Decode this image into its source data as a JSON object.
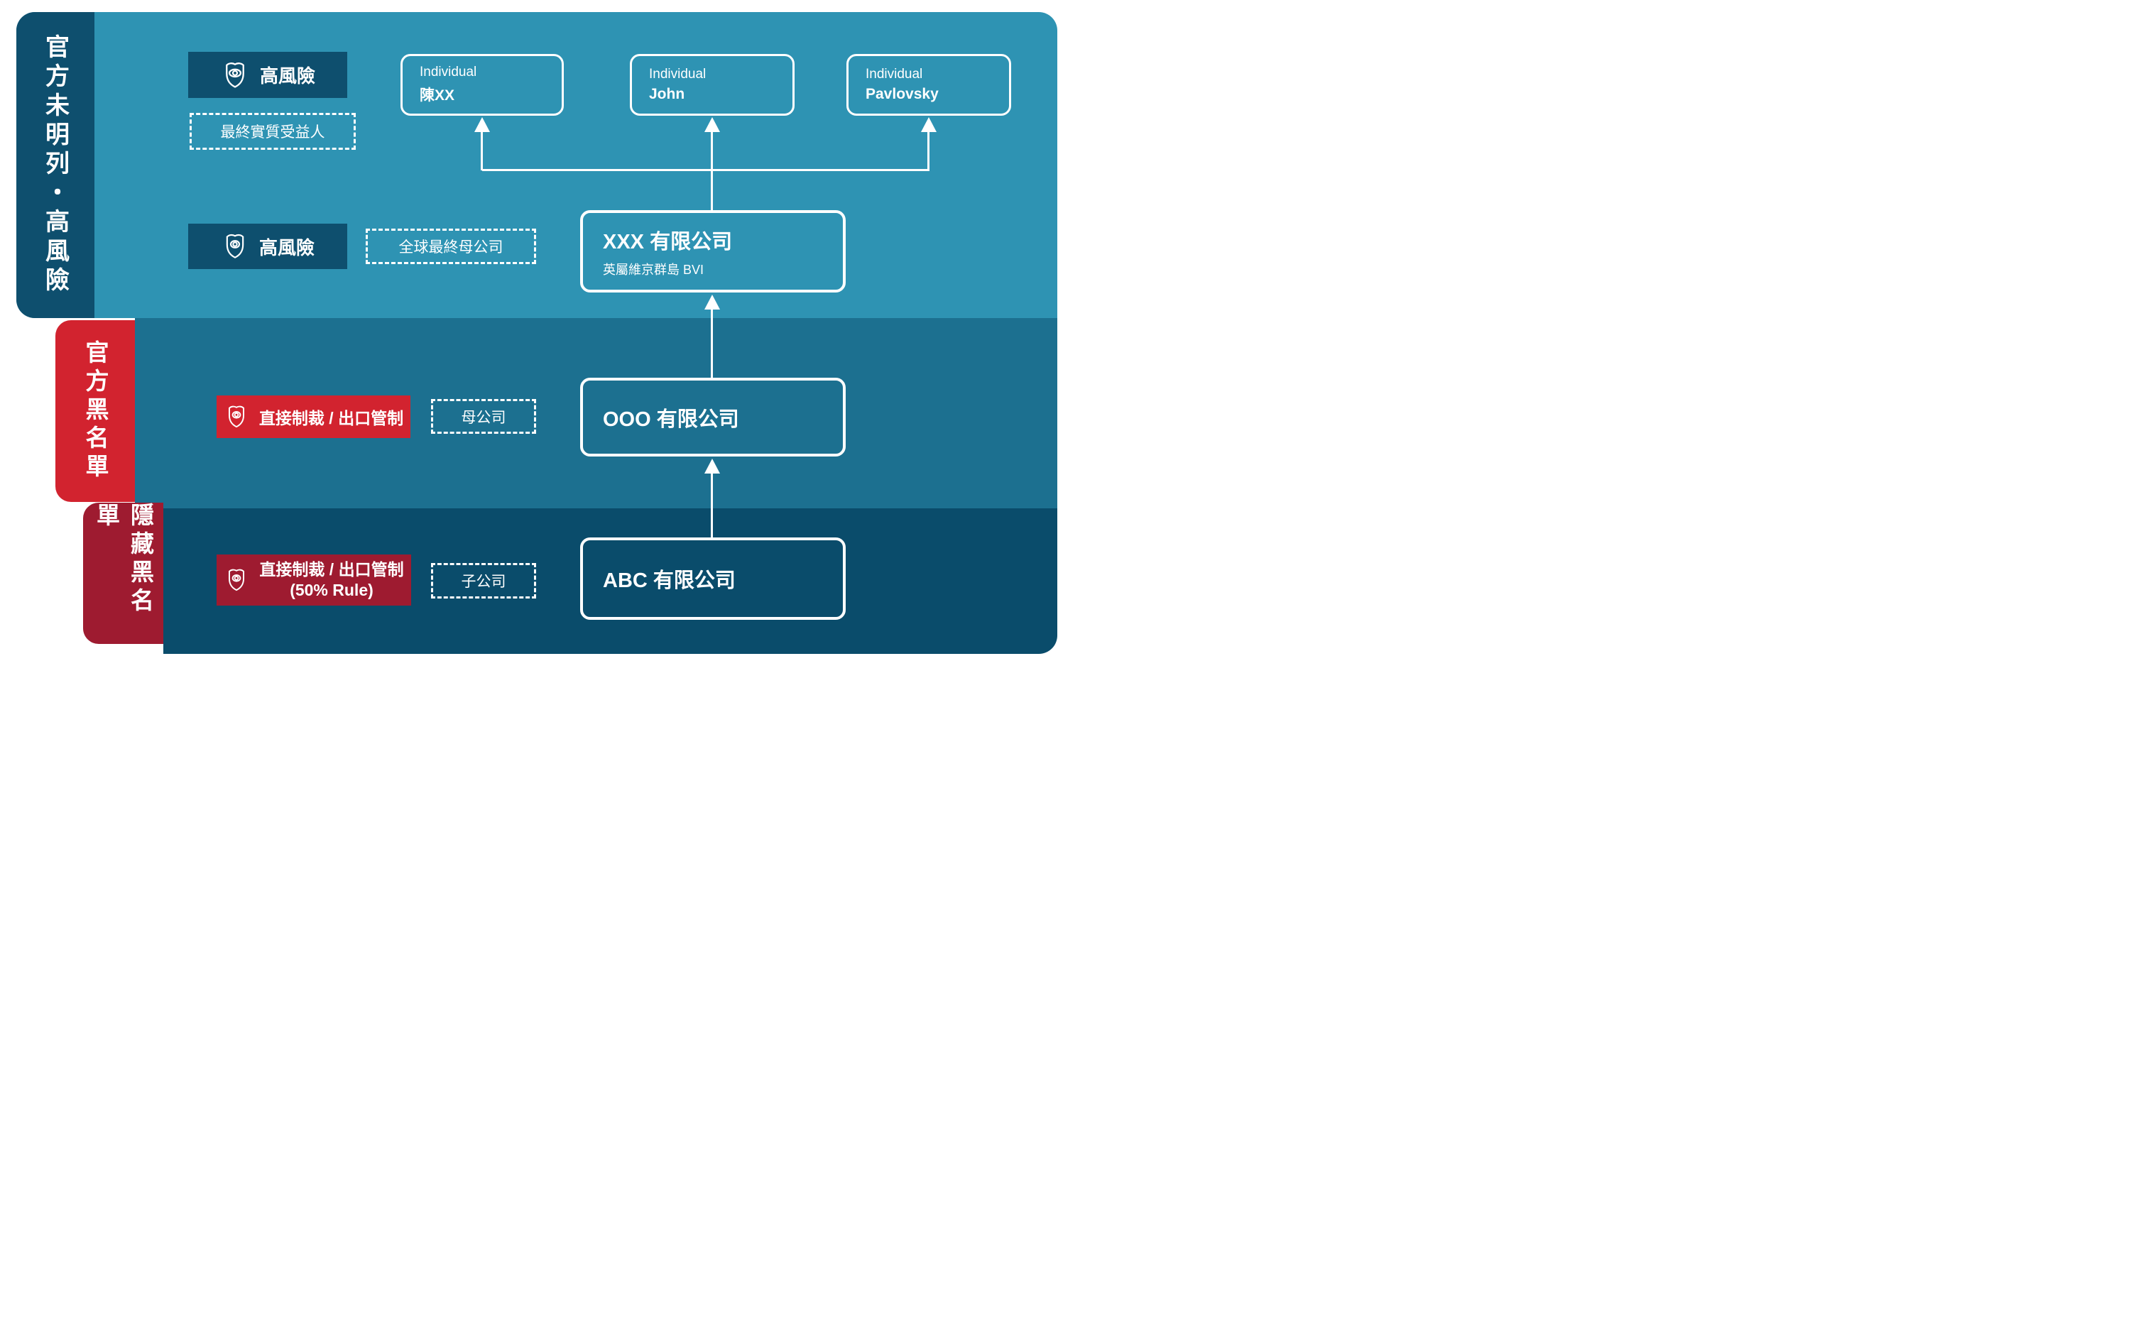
{
  "colors": {
    "page_bg": "#ffffff",
    "band_top": "#2e93b3",
    "band_middle": "#1c7090",
    "band_bottom": "#0a4c6b",
    "navy": "#0e4f6e",
    "red": "#d2232f",
    "dark_red": "#9e1b30",
    "line_white": "#ffffff"
  },
  "sidebars": {
    "top": {
      "label": "官方未明列・高風險"
    },
    "middle": {
      "label": "官方黑名單"
    },
    "bottom": {
      "label": "隱藏黑名單"
    }
  },
  "top_band": {
    "risk_badge_ubo": {
      "icon": "shield-eye-icon",
      "label": "高風險"
    },
    "ubo_tag": {
      "label": "最終實質受益人"
    },
    "individuals": [
      {
        "type_label": "Individual",
        "name": "陳XX"
      },
      {
        "type_label": "Individual",
        "name": "John"
      },
      {
        "type_label": "Individual",
        "name": "Pavlovsky"
      }
    ],
    "risk_badge_guo": {
      "icon": "shield-eye-icon",
      "label": "高風險"
    },
    "guo_tag": {
      "label": "全球最終母公司"
    },
    "company": {
      "name": "XXX 有限公司",
      "location": "英屬維京群島 BVI"
    }
  },
  "middle_band": {
    "sanction_badge": {
      "icon": "shield-eye-icon",
      "label": "直接制裁 / 出口管制"
    },
    "tag": {
      "label": "母公司"
    },
    "company": {
      "name": "OOO 有限公司"
    }
  },
  "bottom_band": {
    "sanction_badge": {
      "icon": "shield-eye-icon",
      "label": "直接制裁 / 出口管制",
      "label_line2": "(50% Rule)"
    },
    "tag": {
      "label": "子公司"
    },
    "company": {
      "name": "ABC 有限公司"
    }
  }
}
